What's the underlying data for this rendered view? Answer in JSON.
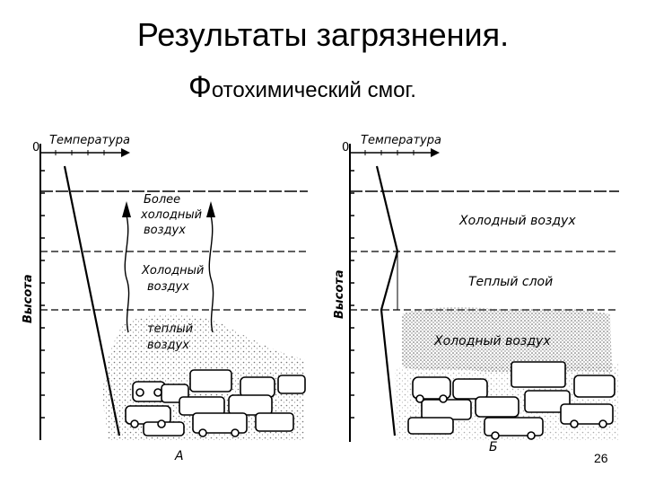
{
  "slide": {
    "title": "Результаты загрязнения.",
    "subtitle_first_letter": "Ф",
    "subtitle_rest": "отохимический смог.",
    "page_number": "26"
  },
  "panel_a": {
    "zero": "0",
    "axis_top": "Температура",
    "axis_side": "Высота",
    "layer_top": "Более холодный воздух",
    "layer_top_lines": [
      "Более",
      "холодный",
      "воздух"
    ],
    "layer_mid_lines": [
      "Холодный",
      "воздух"
    ],
    "layer_low_lines": [
      "теплый",
      "воздух"
    ],
    "caption": "А"
  },
  "panel_b": {
    "zero": "0",
    "axis_top": "Температура",
    "axis_side": "Высота",
    "layer_top": "Холодный воздух",
    "layer_mid": "Теплый слой",
    "layer_low": "Холодный воздух",
    "caption": "Б"
  }
}
